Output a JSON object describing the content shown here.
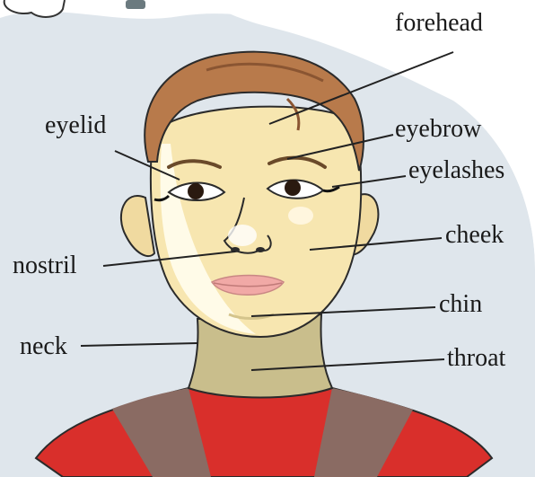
{
  "diagram": {
    "labels": {
      "forehead": "forehead",
      "eyelid": "eyelid",
      "eyebrow": "eyebrow",
      "eyelashes": "eyelashes",
      "cheek": "cheek",
      "nostril": "nostril",
      "chin": "chin",
      "neck": "neck",
      "throat": "throat"
    }
  },
  "colors": {
    "background_blob": "#dfe6ec",
    "skin": "#f7e6b0",
    "skin_shadow": "#d4c48c",
    "hair": "#b87a4b",
    "hair_dark": "#8a5532",
    "neck": "#c9be8c",
    "shirt_red": "#d92f2b",
    "shirt_brown": "#8a6b63",
    "lips": "#f1a9a6",
    "outline": "#2b2b2b",
    "leader_line": "#222222"
  }
}
